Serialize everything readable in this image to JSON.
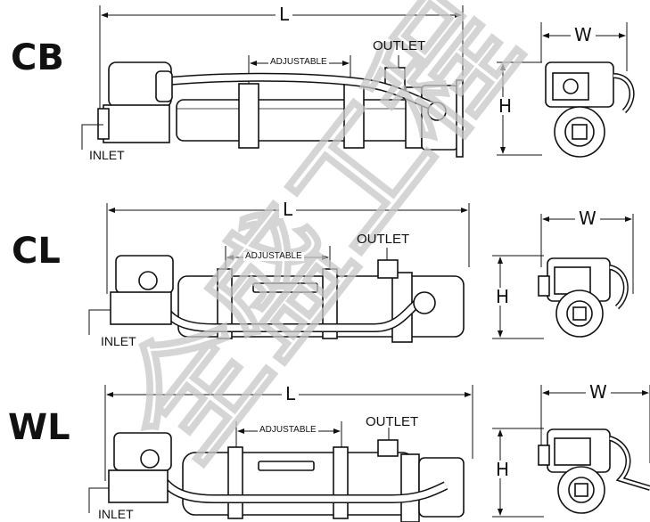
{
  "colors": {
    "line": "#111111",
    "watermark": "#c8c8c8",
    "background": "#ffffff"
  },
  "models": [
    {
      "code": "CB",
      "length": "L",
      "width": "W",
      "height": "H",
      "adjustable": "ADJUSTABLE",
      "outlet": "OUTLET",
      "inlet": "INLET"
    },
    {
      "code": "CL",
      "length": "L",
      "width": "W",
      "height": "H",
      "adjustable": "ADJUSTABLE",
      "outlet": "OUTLET",
      "inlet": "INLET"
    },
    {
      "code": "WL",
      "length": "L",
      "width": "W",
      "height": "H",
      "adjustable": "ADJUSTABLE",
      "outlet": "OUTLET",
      "inlet": "INLET"
    }
  ],
  "watermark": "全盛工程"
}
